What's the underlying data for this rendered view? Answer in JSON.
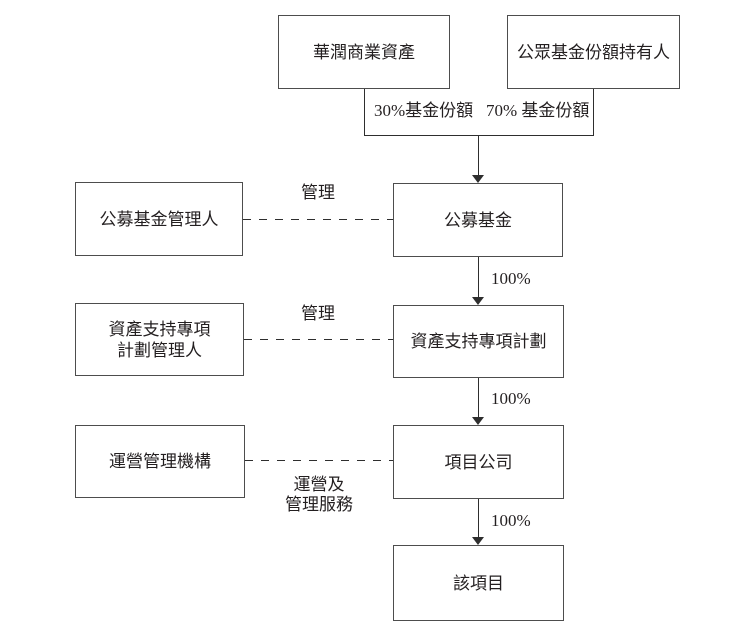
{
  "diagram": {
    "title": "fund-ownership-structure",
    "nodes": [
      {
        "id": "crc-commercial-assets",
        "label": "華潤商業資產"
      },
      {
        "id": "public-fund-unit-holders",
        "label": "公眾基金份額持有人"
      },
      {
        "id": "public-fund-manager",
        "label": "公募基金管理人"
      },
      {
        "id": "public-fund",
        "label": "公募基金"
      },
      {
        "id": "abs-plan-manager",
        "label": "資產支持專項\n計劃管理人"
      },
      {
        "id": "abs-plan",
        "label": "資產支持專項計劃"
      },
      {
        "id": "operations-manager",
        "label": "運營管理機構"
      },
      {
        "id": "project-company",
        "label": "項目公司"
      },
      {
        "id": "the-project",
        "label": "該項目"
      }
    ],
    "edge_labels": {
      "share_30": "30%基金份額",
      "share_70": "70% 基金份額",
      "manage_fund": "管理",
      "manage_plan": "管理",
      "ops_services": "運營及\n管理服務",
      "ownership_1": "100%",
      "ownership_2": "100%",
      "ownership_3": "100%"
    },
    "colors": {
      "background": "#ffffff",
      "box_border": "#4d4d4d",
      "line": "#2e2e2e",
      "text": "#231f20"
    }
  }
}
